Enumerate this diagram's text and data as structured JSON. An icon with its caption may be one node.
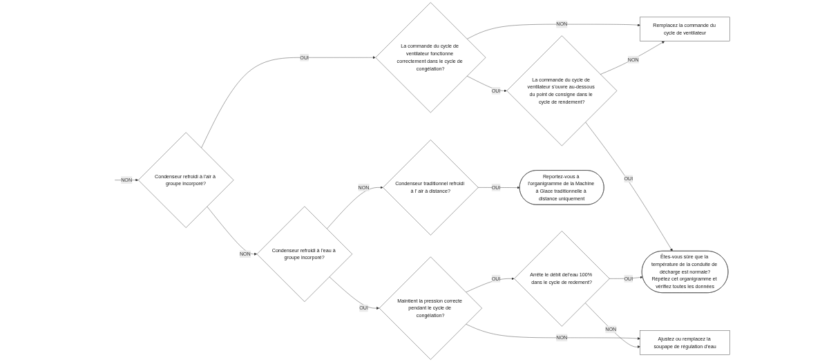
{
  "diagram": {
    "nodes": [
      {
        "text": [
          "Condenseur refroidi à l’air à groupe incorporé?"
        ]
      },
      {
        "text": [
          "La commande du cycle de ventilateur fonctionne correctement dans le cycle de congélation?"
        ]
      },
      {
        "text": [
          "La commande du cycle de ventilateur s’ouvre au-dessous du point de consigne dans le cycle de rendement?"
        ]
      },
      {
        "text": [
          "Remplacez la commande du cycle de ventilateur"
        ]
      },
      {
        "text": [
          "Êtes-vous sûre que la température de la conduite de décharge est normale?",
          "Répétez cet organigramme et vérifiez toutes les données"
        ]
      },
      {
        "text": [
          "Condenseur refroidi à l’eau à groupe incorporé?"
        ]
      },
      {
        "text": [
          "Maintient la pression correcte pendant le cycle de congélation?"
        ]
      },
      {
        "text": [
          "Arrête le débit del’eau 100% dans le cycle de redement?"
        ]
      },
      {
        "text": [
          "Ajustez ou remplacez la soupape de régulation d’eau"
        ]
      },
      {
        "text": [
          "Condenseur traditionnel refroidi à l’ air à distance?"
        ]
      },
      {
        "text": [
          "Reportez-vous à l’organigramme de la Machine à Glace traditionnelle à distance uniquement"
        ]
      }
    ],
    "edges": [
      {
        "from": null,
        "to": 0,
        "arrow": "to",
        "label": "NON"
      },
      {
        "from": 0,
        "to": 1,
        "arrow": "to",
        "label": "OUI"
      },
      {
        "from": 1,
        "to": 2,
        "arrow": "to",
        "label": "OUI"
      },
      {
        "from": 1,
        "to": 3,
        "arrow": "to",
        "label": "NON"
      },
      {
        "from": 2,
        "to": 3,
        "arrow": "to",
        "label": "NON"
      },
      {
        "from": 2,
        "to": 4,
        "arrow": "to",
        "label": "OUI"
      },
      {
        "from": 0,
        "to": 5,
        "arrow": "to",
        "label": "NON"
      },
      {
        "from": 5,
        "to": 6,
        "arrow": "to",
        "label": "OUI"
      },
      {
        "from": 6,
        "to": 7,
        "arrow": "to",
        "label": "OUI"
      },
      {
        "from": 6,
        "to": 8,
        "arrow": "to",
        "label": "NON"
      },
      {
        "from": 7,
        "to": 8,
        "arrow": "to",
        "label": "NON"
      },
      {
        "from": 7,
        "to": 4,
        "arrow": "to",
        "label": "OUI"
      },
      {
        "from": 5,
        "to": 9,
        "arrow": "to",
        "label": "NON"
      },
      {
        "from": 9,
        "to": 10,
        "arrow": "to",
        "label": "OUI"
      }
    ]
  }
}
